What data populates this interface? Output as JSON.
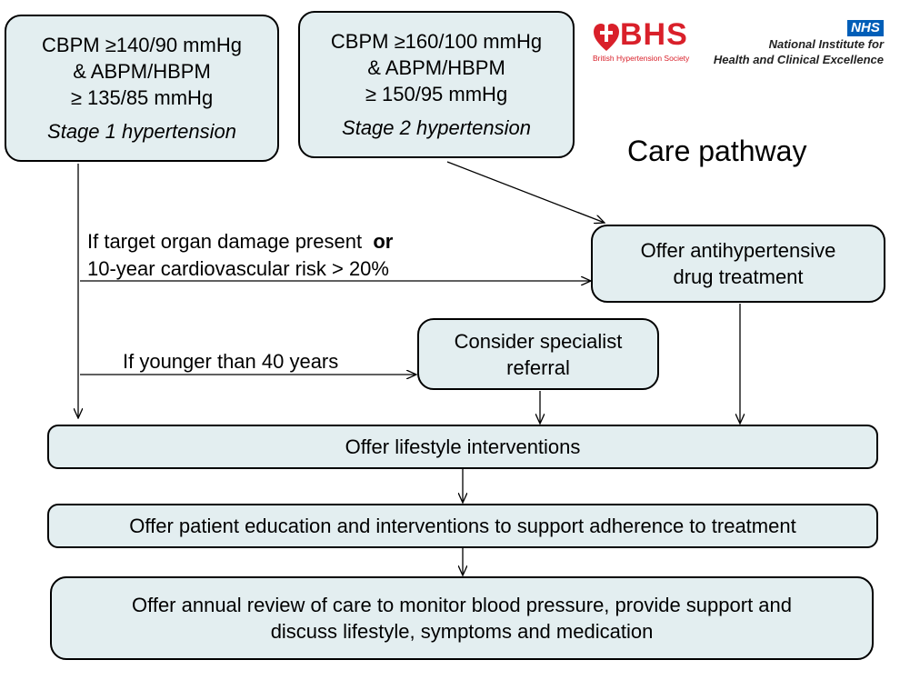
{
  "stage1": {
    "line1": "CBPM ≥140/90 mmHg",
    "line2": "& ABPM/HBPM",
    "line3": "≥ 135/85 mmHg",
    "title": "Stage 1 hypertension"
  },
  "stage2": {
    "line1": "CBPM ≥160/100 mmHg",
    "line2": "& ABPM/HBPM",
    "line3": "≥ 150/95 mmHg",
    "title": "Stage 2 hypertension"
  },
  "logos": {
    "bhs": "BHS",
    "bhs_sub": "British Hypertension Society",
    "nhs": "NHS",
    "nice_line1": "National Institute for",
    "nice_line2": "Health and Clinical Excellence"
  },
  "heading": "Care pathway",
  "conditions": {
    "organ_damage_part1": "If target organ damage present",
    "organ_damage_or": "or",
    "cv_risk": "10-year cardiovascular  risk > 20%",
    "younger": "If younger than 40 years"
  },
  "boxes": {
    "drug_line1": "Offer antihypertensive",
    "drug_line2": "drug treatment",
    "specialist_line1": "Consider specialist",
    "specialist_line2": "referral",
    "lifestyle": "Offer lifestyle interventions",
    "education": "Offer patient education and interventions to support adherence to treatment",
    "review_line1": "Offer annual review of care to monitor blood pressure, provide support and",
    "review_line2": "discuss lifestyle, symptoms and medication"
  },
  "colors": {
    "box_fill": "#e3eef0",
    "bhs_red": "#d9202a",
    "nhs_blue": "#005eb8"
  }
}
